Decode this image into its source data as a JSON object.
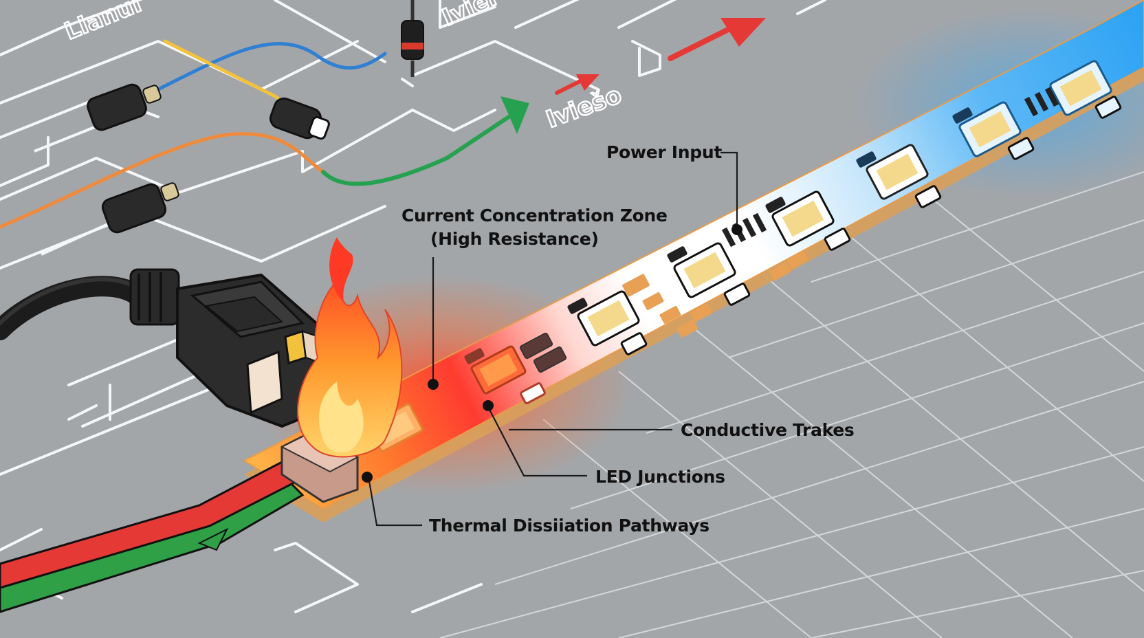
{
  "background": {
    "color": "#a3a6a9",
    "grid_color": "#e9ecee",
    "sketch_labels": [
      "Llanui",
      "Iviel",
      "Iviešo"
    ]
  },
  "strip": {
    "hot_color": "#ff3b30",
    "warm_color": "#ff9a2e",
    "cool_color": "#35aaf5",
    "base_color": "#ffffff",
    "led_color": "#f4d98c"
  },
  "wires": {
    "blue": "#2f7fd2",
    "yellow": "#f2c23d",
    "orange": "#f08a3a",
    "green": "#26a150",
    "cable_red": "#e53935",
    "cable_green": "#2fa046"
  },
  "arrows": {
    "red": "#e53935",
    "green": "#26a150"
  },
  "icons": [
    "plug-icon",
    "flame-icon",
    "resistor-icon",
    "capacitor-icon",
    "diode-icon",
    "arrow-icon"
  ],
  "callouts": {
    "power_input": "Power Input",
    "concentration_line1": "Current Concentration Zone",
    "concentration_line2": "(High Resistance)",
    "conductive_traces": "Conductive Trakes",
    "led_junctions": "LED Junctions",
    "thermal_pathways": "Thermal Dissiiation Pathways"
  }
}
